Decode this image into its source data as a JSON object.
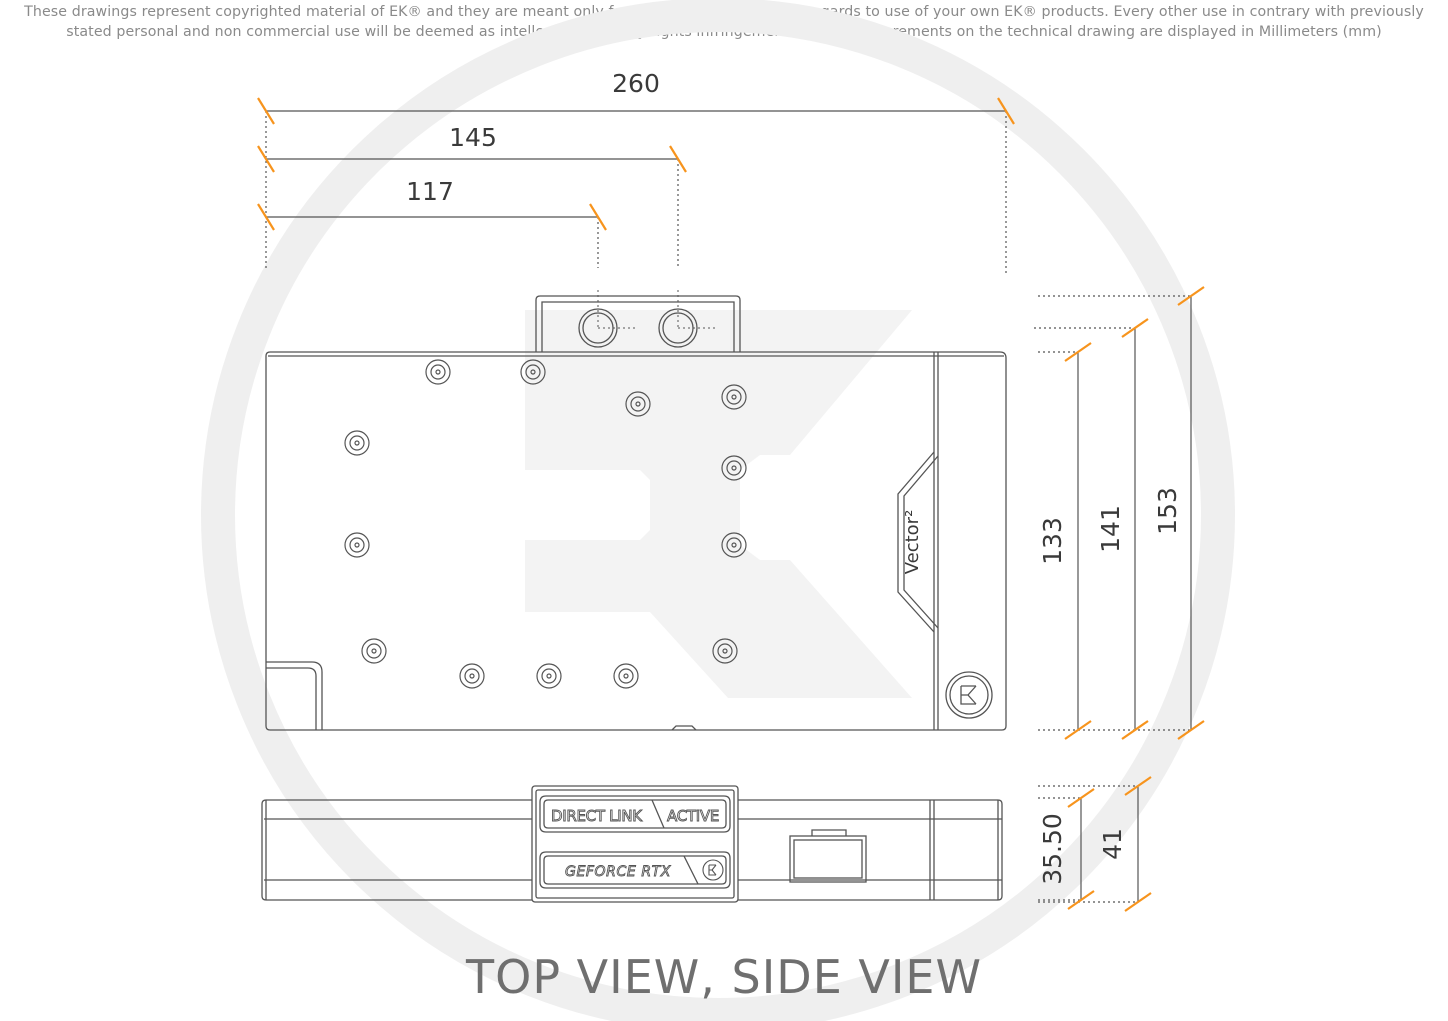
{
  "disclaimer": {
    "line1": "These drawings represent copyrighted material of EK® and they are meant only for your personal use, with regards to use of  your own EK® products. Every other use in contrary with previously",
    "line2": "stated personal and non commercial use will be deemed as intellectual property rights infringement.All the measurements on the technical drawing are displayed in Millimeters (mm)"
  },
  "dimensions": {
    "width_overall": "260",
    "width_port_right": "145",
    "width_port_left": "117",
    "height_body": "133",
    "height_mid": "141",
    "height_overall": "153",
    "side_thickness_body": "35.50",
    "side_thickness_overall": "41"
  },
  "product": {
    "vector_label": "Vector²",
    "direct_link_label": "DIRECT LINK",
    "active_label": "ACTIVE",
    "geforce_label": "GEFORCE RTX"
  },
  "view_title": "TOP VIEW, SIDE VIEW",
  "colors": {
    "outline": "#555555",
    "dimension_tick": "#f7941d",
    "watermark": "#efefef",
    "text": "#3a3a3a"
  }
}
